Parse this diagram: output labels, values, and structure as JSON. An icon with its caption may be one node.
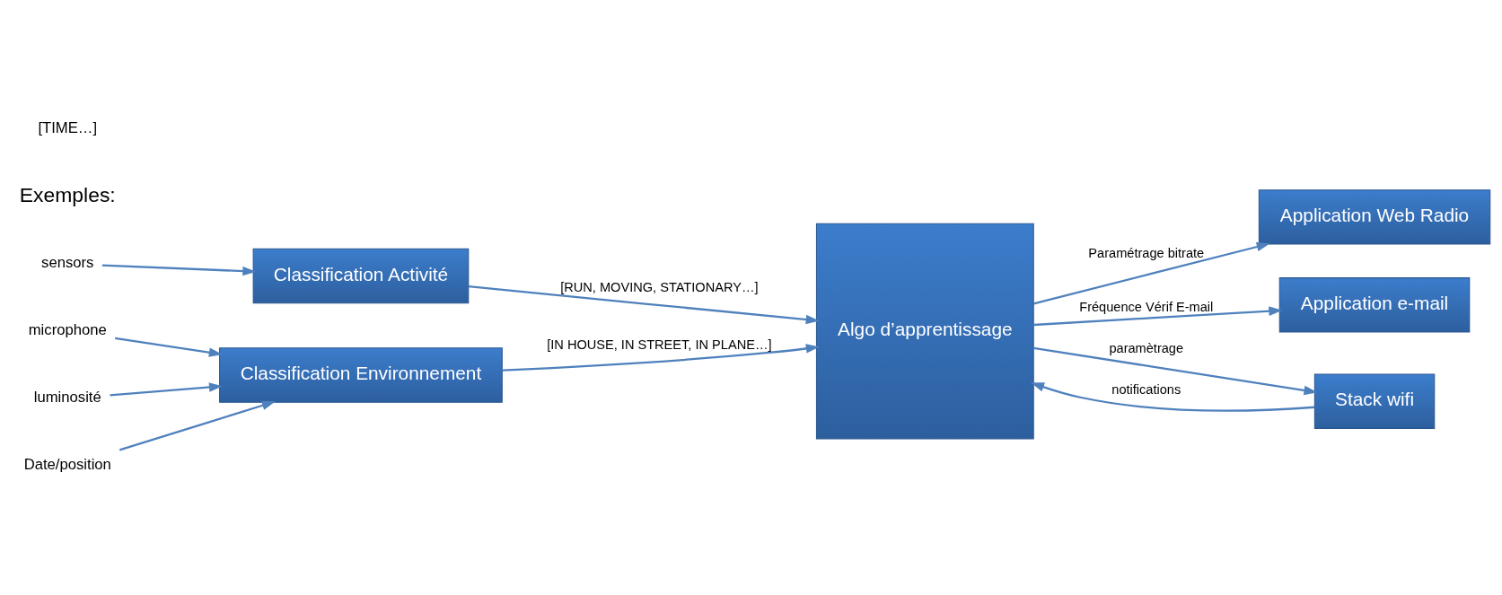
{
  "diagram": {
    "nodes": [
      {
        "text": [
          "sensors"
        ]
      },
      {
        "text": [
          "microphone"
        ]
      },
      {
        "text": [
          "luminosité"
        ]
      },
      {
        "text": [
          "Date/position"
        ]
      },
      {
        "text": [
          "Classification Activité"
        ]
      },
      {
        "text": [
          "Classification Environnement"
        ]
      },
      {
        "text": [
          "Algo d’apprentissage"
        ]
      },
      {
        "text": [
          "Application Web Radio"
        ]
      },
      {
        "text": [
          "Application e-mail"
        ]
      },
      {
        "text": [
          "Stack wifi"
        ]
      }
    ],
    "edges": [
      {
        "from": 0,
        "to": 4,
        "arrow": "to"
      },
      {
        "from": 1,
        "to": 5,
        "arrow": "to"
      },
      {
        "from": 2,
        "to": 5,
        "arrow": "to"
      },
      {
        "from": 3,
        "to": 5,
        "arrow": "to"
      },
      {
        "from": 4,
        "to": 6,
        "arrow": "to",
        "label": "[RUN, MOVING, STATIONARY…]"
      },
      {
        "from": 5,
        "to": 6,
        "arrow": "to",
        "label": "[IN HOUSE, IN STREET, IN PLANE…]"
      },
      {
        "from": 6,
        "to": 7,
        "arrow": "to",
        "label": "Paramétrage bitrate"
      },
      {
        "from": 6,
        "to": 8,
        "arrow": "to",
        "label": "Fréquence Vérif E-mail"
      },
      {
        "from": 6,
        "to": 9,
        "arrow": "to",
        "label": "paramètrage"
      },
      {
        "from": 9,
        "to": 6,
        "arrow": "to",
        "label": "notifications"
      }
    ],
    "labels": [
      "Exemples:",
      "[TIME…]"
    ]
  }
}
